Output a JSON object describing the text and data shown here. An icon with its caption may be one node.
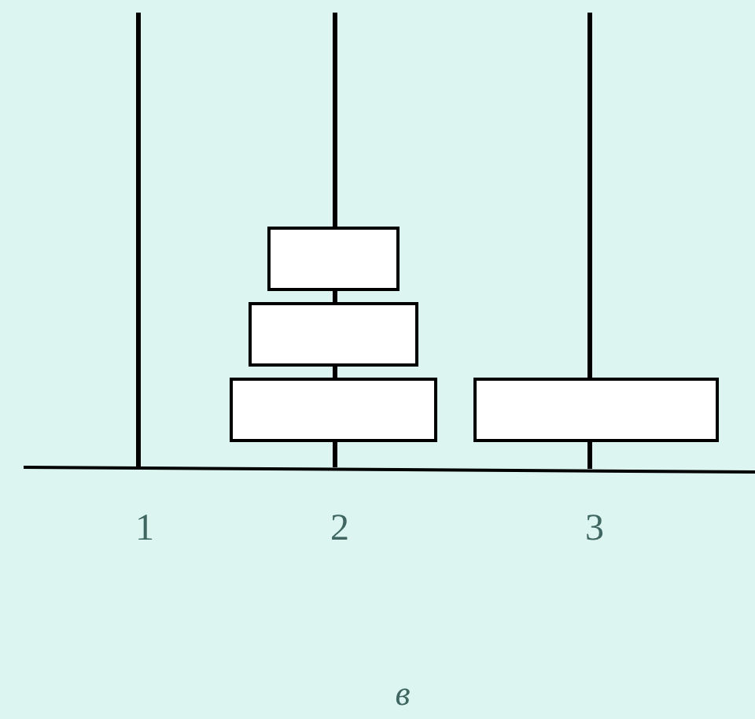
{
  "diagram": {
    "caption": "в",
    "nodes": [
      {
        "text": [],
        "shape": "box"
      },
      {
        "text": [],
        "shape": "box"
      },
      {
        "text": [],
        "shape": "box"
      },
      {
        "text": [],
        "shape": "box"
      }
    ],
    "labels": [
      "1",
      "2",
      "3"
    ]
  }
}
